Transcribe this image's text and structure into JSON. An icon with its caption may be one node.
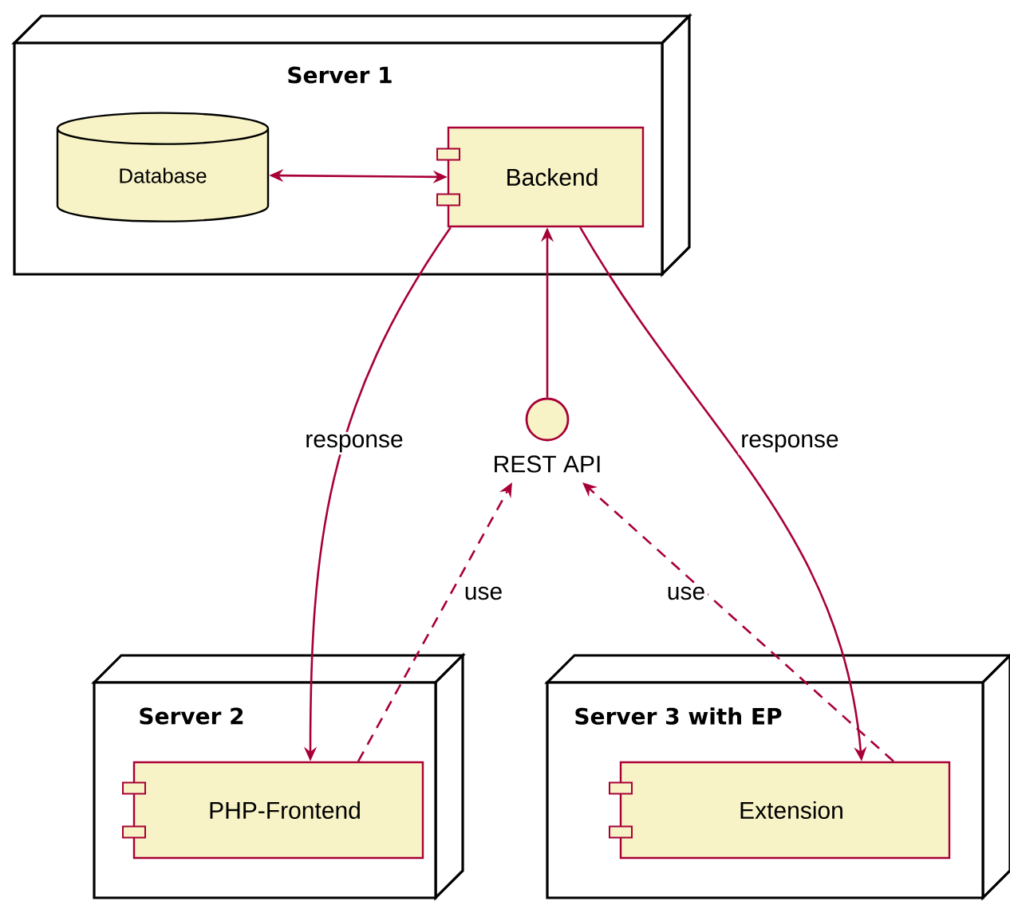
{
  "diagram": {
    "nodes": [
      {
        "text": [
          "Server 1"
        ]
      },
      {
        "text": [
          "Database"
        ],
        "in": 0
      },
      {
        "text": [
          "Backend"
        ],
        "in": 0
      },
      {
        "text": [
          "REST API"
        ]
      },
      {
        "text": [
          "Server 2"
        ]
      },
      {
        "text": [
          "PHP-Frontend"
        ],
        "in": 4
      },
      {
        "text": [
          "Server 3 with EP"
        ]
      },
      {
        "text": [
          "Extension"
        ],
        "in": 6
      }
    ],
    "edges": [
      {
        "from": 1,
        "to": 2,
        "arrow": "both"
      },
      {
        "from": 3,
        "to": 2,
        "arrow": "to"
      },
      {
        "from": 2,
        "to": 5,
        "arrow": "to",
        "label": "response"
      },
      {
        "from": 2,
        "to": 7,
        "arrow": "to",
        "label": "response"
      },
      {
        "from": 5,
        "to": 3,
        "arrow": "to",
        "label": "use",
        "style": "dashed"
      },
      {
        "from": 7,
        "to": 3,
        "arrow": "to",
        "label": "use",
        "style": "dashed"
      }
    ]
  }
}
